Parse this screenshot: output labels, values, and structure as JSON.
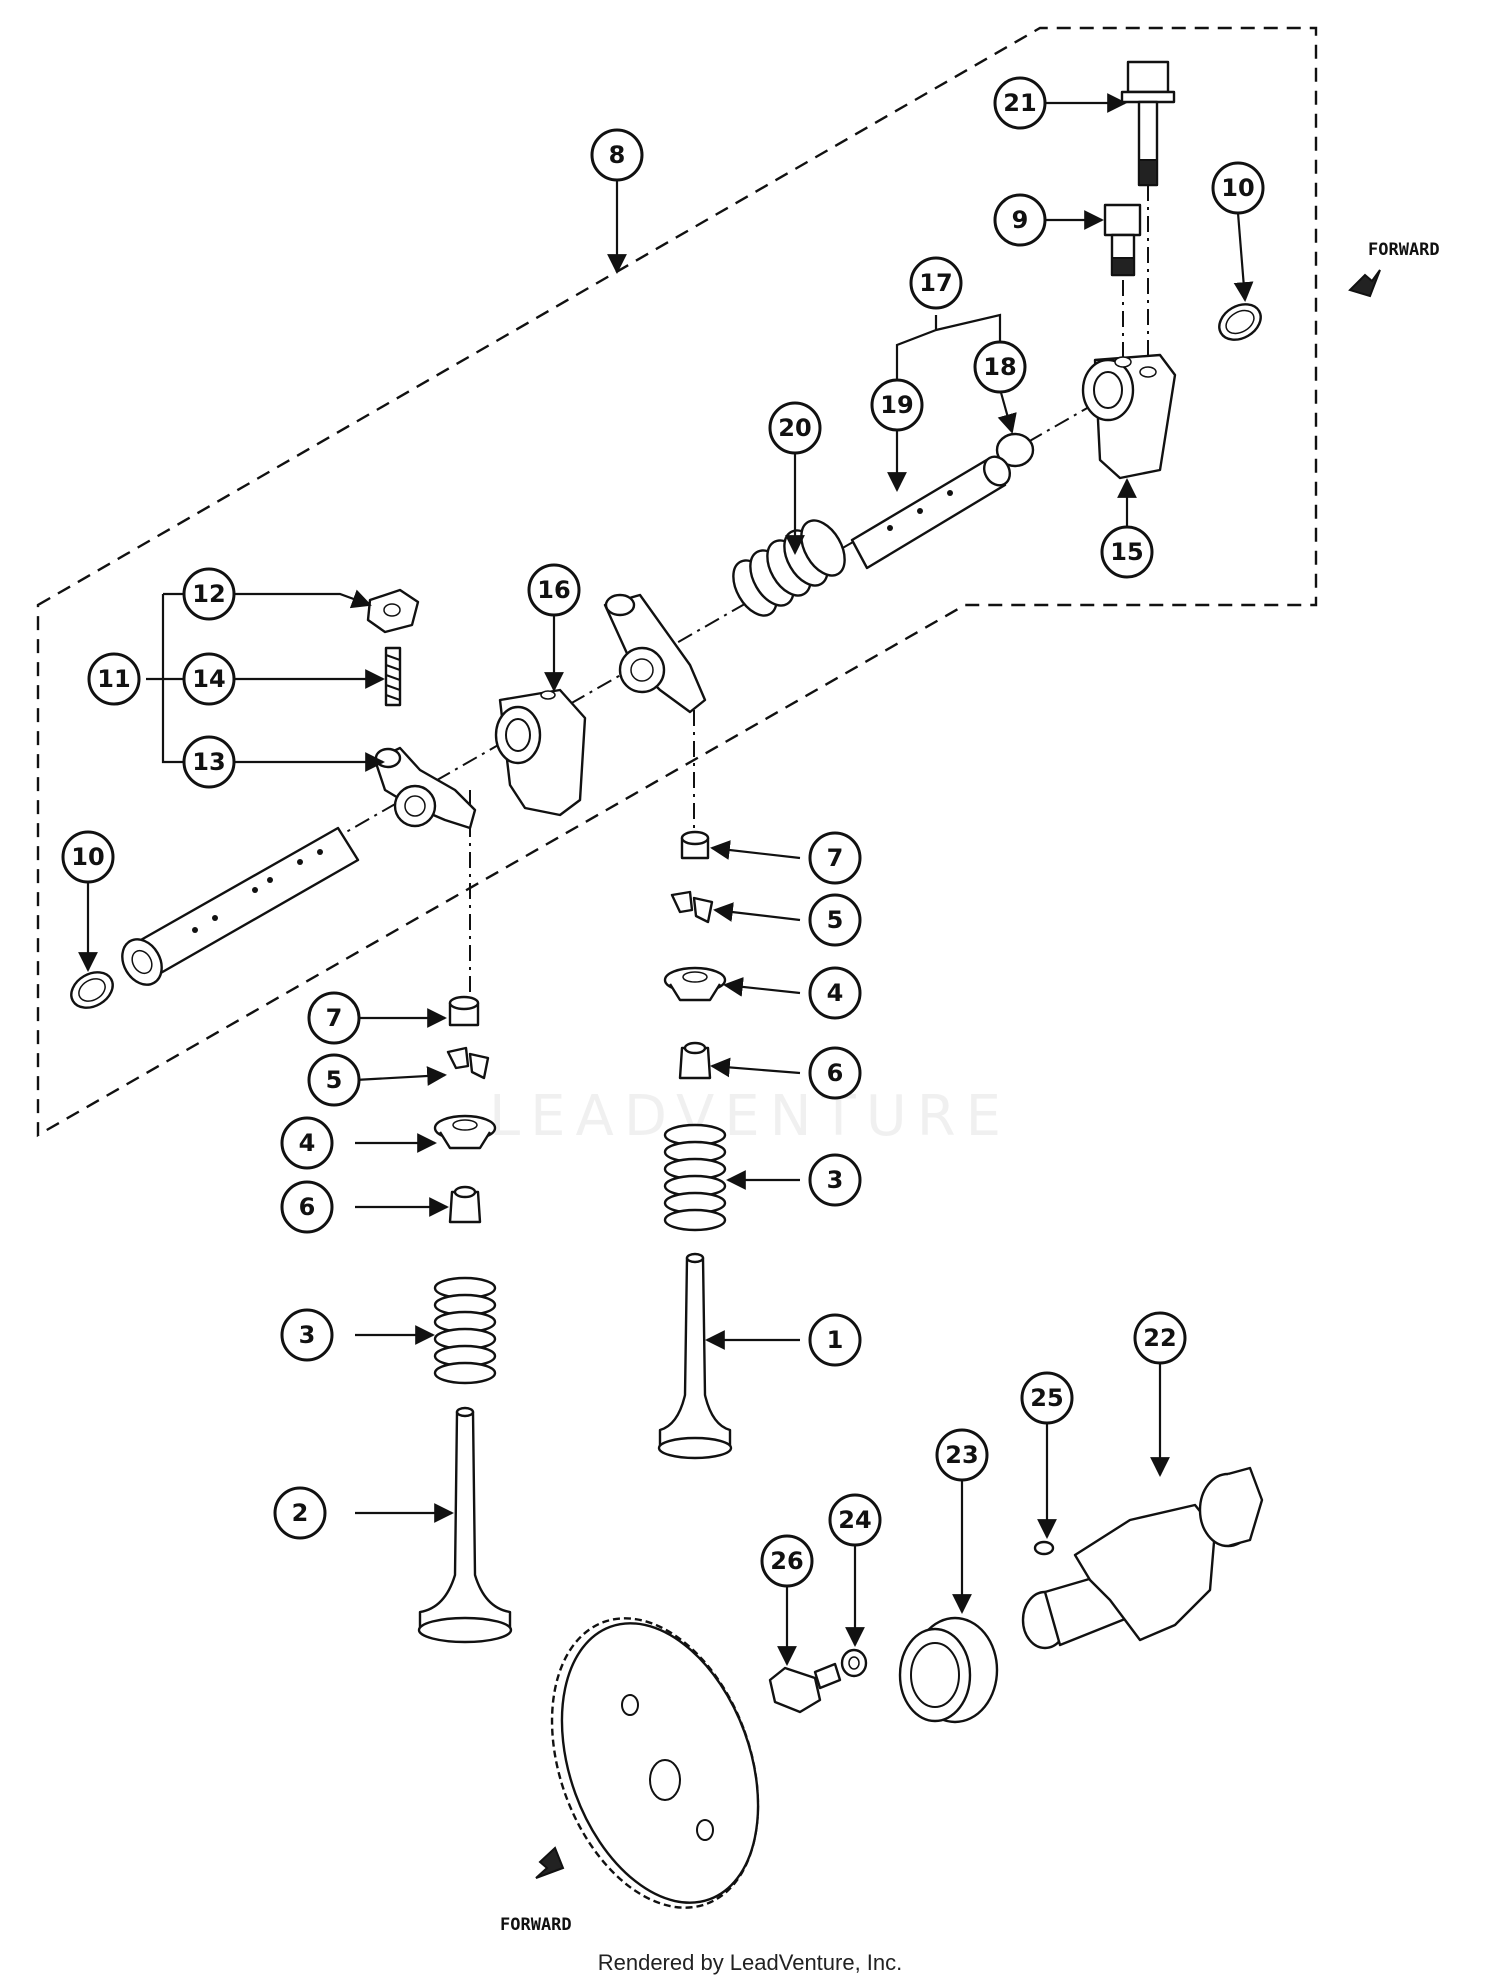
{
  "diagram": {
    "watermark": "LEADVENTURE",
    "forward_labels": [
      "FORWARD",
      "FORWARD"
    ],
    "credit": "Rendered by LeadVenture, Inc.",
    "callouts": [
      "1",
      "2",
      "3",
      "3",
      "4",
      "4",
      "5",
      "5",
      "6",
      "6",
      "7",
      "7",
      "8",
      "9",
      "10",
      "10",
      "11",
      "12",
      "13",
      "14",
      "15",
      "16",
      "17",
      "18",
      "19",
      "20",
      "21",
      "22",
      "23",
      "24",
      "25",
      "26"
    ]
  }
}
